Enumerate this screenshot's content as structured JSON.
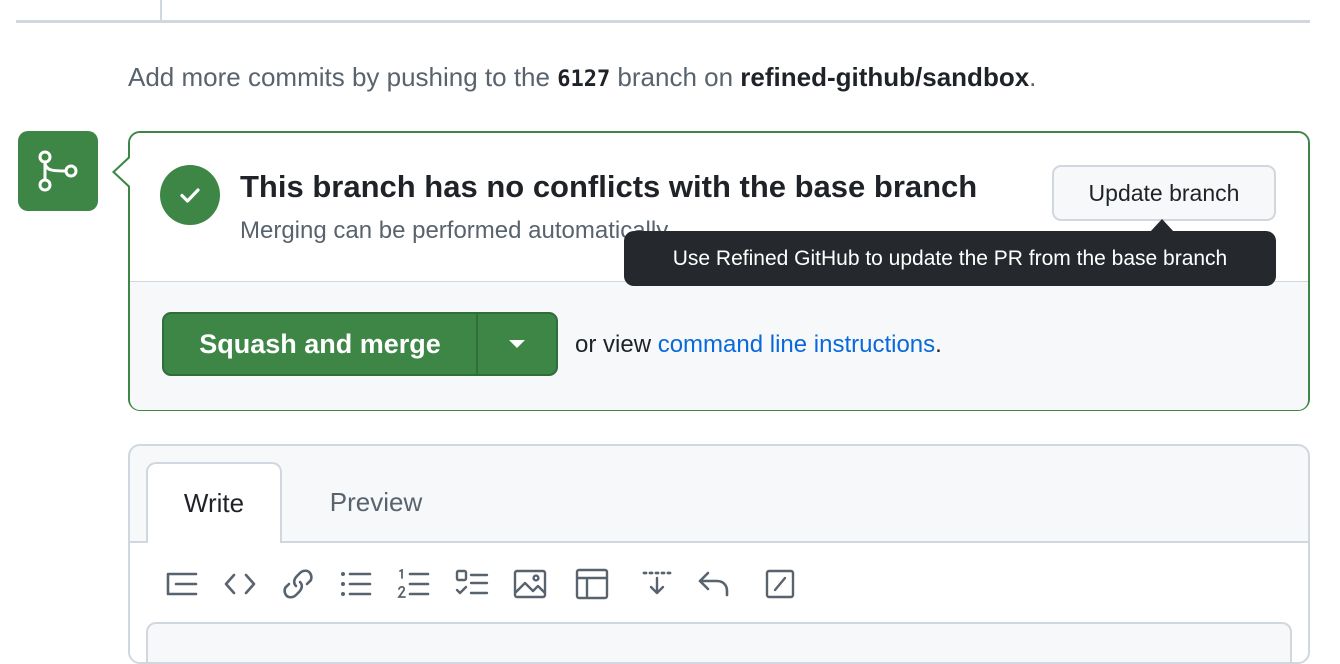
{
  "push_hint": {
    "prefix": "Add more commits by pushing to the ",
    "branch": "6127",
    "middle": " branch on ",
    "repo": "refined-github/sandbox",
    "suffix": "."
  },
  "merge_status": {
    "title": "This branch has no conflicts with the base branch",
    "subtitle": "Merging can be performed automatically.",
    "update_button": "Update branch",
    "tooltip": "Use Refined GitHub to update the PR from the base branch"
  },
  "merge_action": {
    "button_label": "Squash and merge",
    "or_view": "or view ",
    "link": "command line instructions",
    "suffix": "."
  },
  "comment": {
    "tabs": [
      "Write",
      "Preview"
    ],
    "toolbar_icons": [
      "heading-icon",
      "code-icon",
      "link-icon",
      "unordered-list-icon",
      "ordered-list-icon",
      "task-list-icon",
      "image-icon",
      "table-icon",
      "collapsible-icon",
      "reply-icon",
      "slash-command-icon"
    ]
  },
  "colors": {
    "success": "#3e8646",
    "link": "#0969da",
    "tooltip_bg": "#25292e"
  }
}
